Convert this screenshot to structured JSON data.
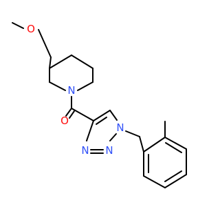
{
  "colors": {
    "background": "#ffffff",
    "bond": "#000000",
    "oxygen": "#ff0d0d",
    "nitrogen": "#3050f8"
  },
  "atoms": {
    "methoxy_oxygen": "O",
    "piperidine_nitrogen": "N",
    "carbonyl_oxygen": "O",
    "triazole_n1": "N",
    "triazole_n2": "N",
    "triazole_n3": "N"
  }
}
